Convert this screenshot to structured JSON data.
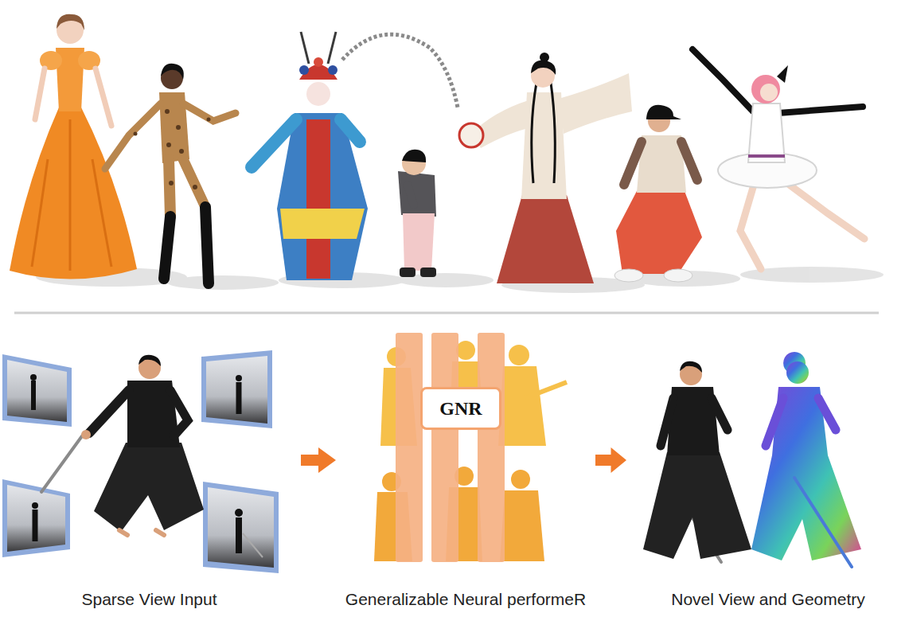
{
  "diagram": {
    "nodes": [
      {
        "text": [
          "Sparse View Input"
        ]
      },
      {
        "text": [
          "Generalizable Neural performeR"
        ]
      },
      {
        "text": [
          "GNR"
        ],
        "in": 1
      },
      {
        "text": [
          "Novel View and Geometry"
        ]
      }
    ],
    "edges": [
      {
        "from": 0,
        "to": 1,
        "arrow": "to"
      },
      {
        "from": 1,
        "to": 3,
        "arrow": "to"
      }
    ]
  }
}
